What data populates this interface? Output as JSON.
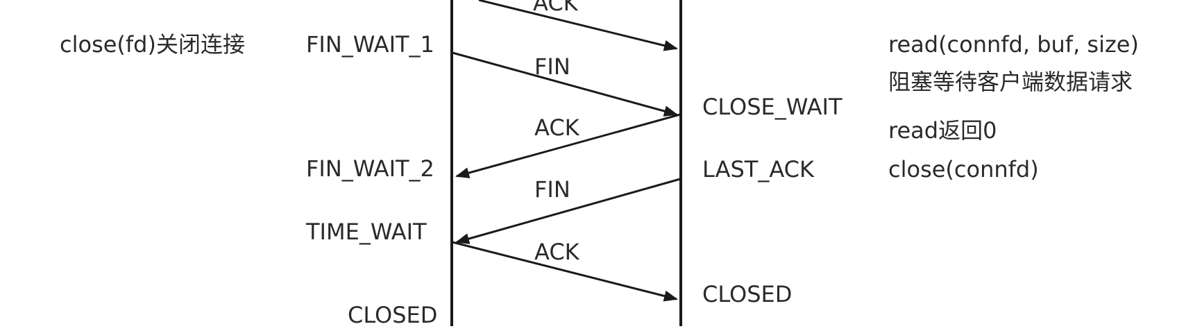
{
  "client": {
    "action": "close(fd)关闭连接",
    "states": {
      "fin_wait_1": "FIN_WAIT_1",
      "fin_wait_2": "FIN_WAIT_2",
      "time_wait": "TIME_WAIT",
      "closed": "CLOSED"
    }
  },
  "server": {
    "states": {
      "close_wait": "CLOSE_WAIT",
      "last_ack": "LAST_ACK",
      "closed": "CLOSED"
    },
    "actions": {
      "read_call": "read(connfd, buf, size)",
      "read_block": "阻塞等待客户端数据请求",
      "read_return": "read返回0",
      "close_call": "close(connfd)"
    }
  },
  "messages": {
    "ack_top": "ACK",
    "fin_1": "FIN",
    "ack_1": "ACK",
    "fin_2": "FIN",
    "ack_2": "ACK"
  },
  "colors": {
    "line": "#1a1a1a",
    "text": "#2a2a2a"
  }
}
